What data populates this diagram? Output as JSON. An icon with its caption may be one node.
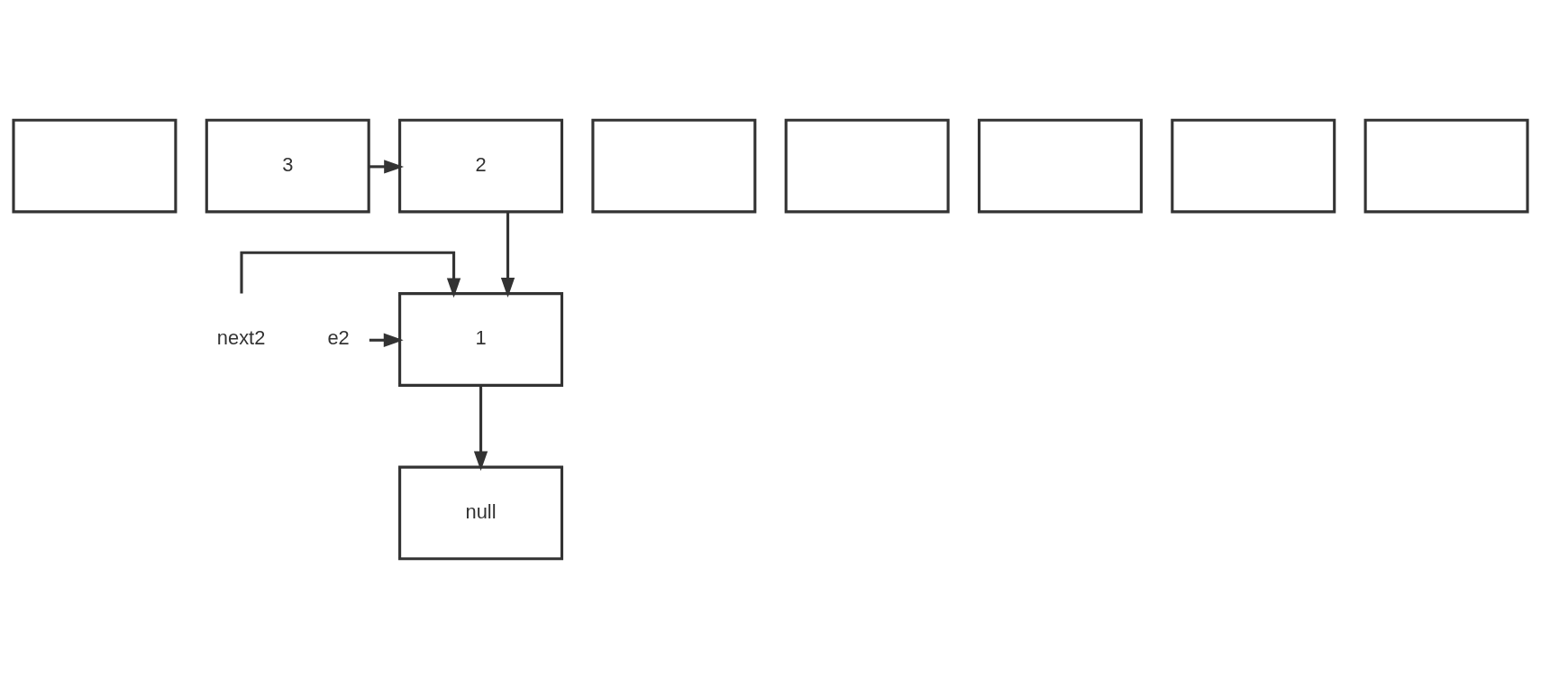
{
  "diagram": {
    "nodes": [
      {
        "text": [],
        "shape": "box"
      },
      {
        "text": [
          "3"
        ]
      },
      {
        "text": [],
        "shape": "box"
      },
      {
        "text": [],
        "shape": "box"
      },
      {
        "text": [],
        "shape": "box"
      },
      {
        "text": [
          "2"
        ]
      },
      {
        "text": [],
        "shape": "box"
      },
      {
        "text": [],
        "shape": "box"
      },
      {
        "text": [
          "next2"
        ]
      },
      {
        "text": [
          "1"
        ]
      },
      {
        "text": [
          "e2"
        ]
      },
      {
        "text": [
          "null"
        ]
      }
    ],
    "edges": [
      {
        "from": 1,
        "to": 5,
        "arrow": "to"
      },
      {
        "from": 5,
        "to": 9,
        "arrow": "to"
      },
      {
        "from": 8,
        "to": 9,
        "arrow": "to"
      },
      {
        "from": 10,
        "to": 9,
        "arrow": "to"
      },
      {
        "from": 9,
        "to": 11,
        "arrow": "to"
      }
    ]
  }
}
